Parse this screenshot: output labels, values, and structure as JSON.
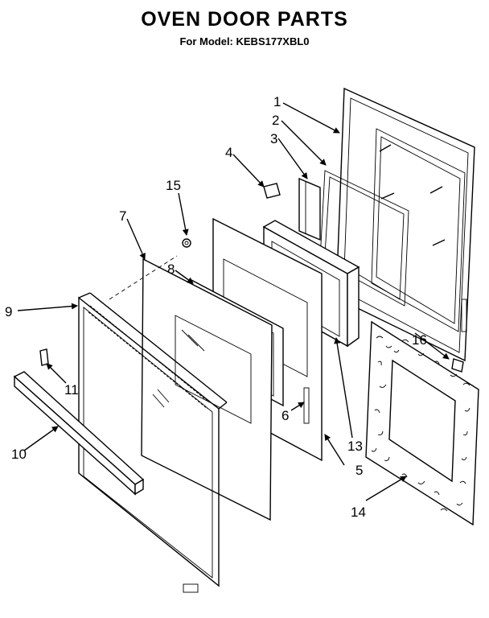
{
  "title": "OVEN DOOR PARTS",
  "subtitle": "For Model: KEBS177XBL0",
  "callouts": {
    "p1": "1",
    "p2": "2",
    "p3": "3",
    "p4": "4",
    "p5": "5",
    "p6": "6",
    "p7": "7",
    "p8": "8",
    "p9": "9",
    "p10": "10",
    "p11": "11",
    "p13": "13",
    "p14": "14",
    "p15": "15",
    "p16": "16"
  }
}
